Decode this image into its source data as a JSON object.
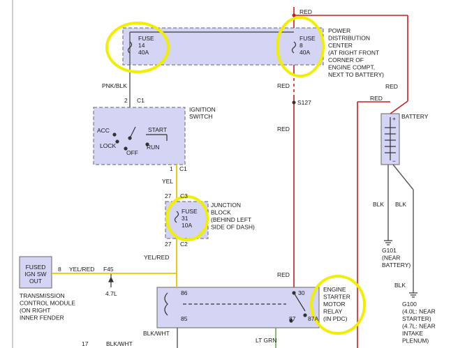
{
  "colors": {
    "red_wire": "#c81e1e",
    "yellow_wire": "#e6c400",
    "black_wire": "#555555",
    "component_fill": "#d4d4f4",
    "highlight_circle": "#f2ee00"
  },
  "power_distribution_center": {
    "label_lines": [
      "POWER",
      "DISTRIBUTION",
      "CENTER",
      "(AT RIGHT FRONT",
      "CORNER OF",
      "ENGINE COMPT,",
      "NEXT TO BATTERY)"
    ],
    "fuse_14": [
      "FUSE",
      "14",
      "40A"
    ],
    "fuse_8": [
      "FUSE",
      "8",
      "40A"
    ]
  },
  "ignition_switch": {
    "label_lines": [
      "IGNITION",
      "SWITCH"
    ],
    "positions": {
      "acc": "ACC",
      "lock": "LOCK",
      "off": "OFF",
      "start": "START",
      "run": "RUN"
    },
    "pin_top": "2",
    "conn_top": "C1",
    "pin_bottom": "1",
    "conn_bottom": "C1"
  },
  "junction_block": {
    "label_lines": [
      "JUNCTION",
      "BLOCK",
      "(BEHIND LEFT",
      "SIDE OF DASH)"
    ],
    "fuse_31": [
      "FUSE",
      "31",
      "10A"
    ],
    "pin_top": "27",
    "conn_top": "C3",
    "pin_bottom": "27",
    "conn_bottom": "C2"
  },
  "fused_ign_sw_out": {
    "label_lines": [
      "FUSED",
      "IGN SW",
      "OUT"
    ],
    "pin": "8",
    "tcm_lines": [
      "TRANSMISSION",
      "CONTROL MODULE",
      "(ON RIGHT",
      "INNER FENDER"
    ]
  },
  "battery": {
    "label": "BATTERY",
    "plus": "+",
    "minus": "−"
  },
  "relay": {
    "label_lines": [
      "ENGINE",
      "STARTER",
      "MOTOR",
      "RELAY",
      "(IN PDC)"
    ],
    "pins": {
      "p86": "86",
      "p85": "85",
      "p30": "30",
      "p87": "87",
      "p87a": "87A"
    }
  },
  "wires": {
    "red_top": "RED",
    "pnk_blk": "PNK/BLK",
    "red_1": "RED",
    "red_2": "RED",
    "red_3": "RED",
    "red_4": "RED",
    "red_5": "RED",
    "s127": "S127",
    "yel": "YEL",
    "yel_red_1": "YEL/RED",
    "yel_red_2": "YEL/RED",
    "f45": "F45",
    "val_47l": "4.7L",
    "blk_1": "BLK",
    "blk_2": "BLK",
    "blk_3": "BLK",
    "blk_wht_1": "BLK/WHT",
    "blk_wht_2": "BLK/WHT",
    "lt_grn": "LT GRN",
    "pin_17": "17"
  },
  "grounds": {
    "g101_lines": [
      "G101",
      "(NEAR",
      "BATTERY)"
    ],
    "g100_lines": [
      "G100",
      "(4.0L: NEAR",
      "STARTER)",
      "(4.7L: NEAR",
      "INTAKE",
      "PLENUM)"
    ]
  }
}
